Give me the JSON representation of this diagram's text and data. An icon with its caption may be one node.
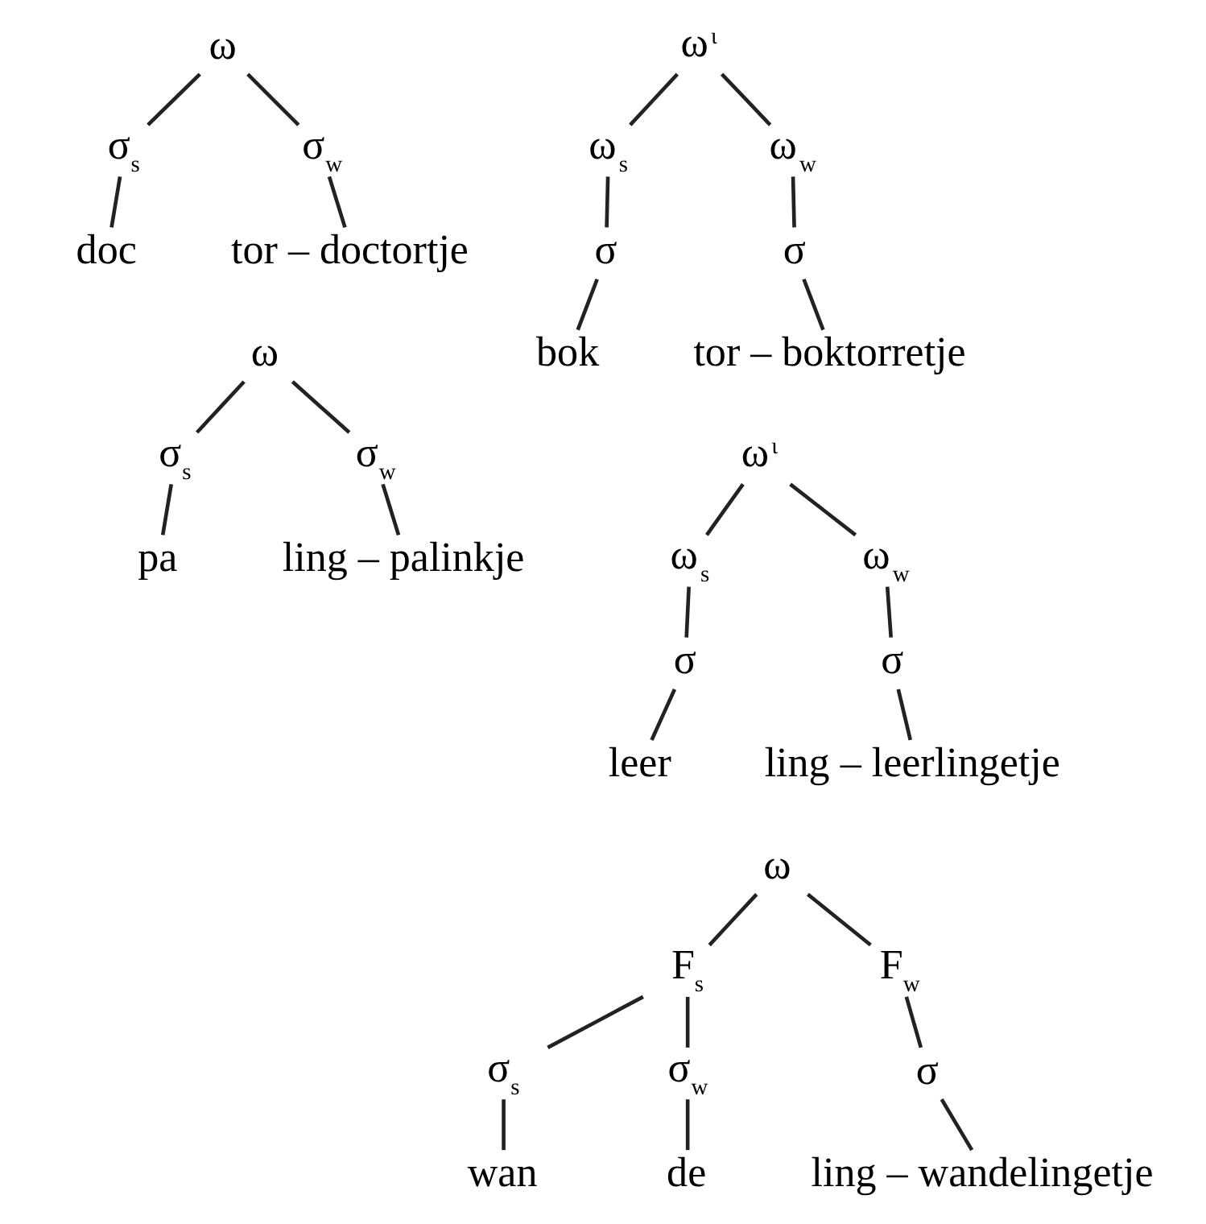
{
  "diagram": {
    "nodes": [
      {
        "text": [
          "ω"
        ]
      },
      {
        "text": [
          "σ$_{s}$"
        ]
      },
      {
        "text": [
          "σ$_{w}$"
        ]
      },
      {
        "text": [
          "doc"
        ]
      },
      {
        "text": [
          "tor – doctortje"
        ]
      },
      {
        "text": [
          "ω$^{ι}$"
        ]
      },
      {
        "text": [
          "ω$_{s}$"
        ]
      },
      {
        "text": [
          "ω$_{w}$"
        ]
      },
      {
        "text": [
          "σ"
        ]
      },
      {
        "text": [
          "σ"
        ]
      },
      {
        "text": [
          "bok"
        ]
      },
      {
        "text": [
          "tor – boktorretje"
        ]
      },
      {
        "text": [
          "ω"
        ]
      },
      {
        "text": [
          "σ$_{s}$"
        ]
      },
      {
        "text": [
          "σ$_{w}$"
        ]
      },
      {
        "text": [
          "pa"
        ]
      },
      {
        "text": [
          "ling – palinkje"
        ]
      },
      {
        "text": [
          "ω$^{ι}$"
        ]
      },
      {
        "text": [
          "ω$_{s}$"
        ]
      },
      {
        "text": [
          "ω$_{w}$"
        ]
      },
      {
        "text": [
          "σ"
        ]
      },
      {
        "text": [
          "σ"
        ]
      },
      {
        "text": [
          "leer"
        ]
      },
      {
        "text": [
          "ling – leerlingetje"
        ]
      },
      {
        "text": [
          "ω"
        ]
      },
      {
        "text": [
          "F$_{s}$"
        ]
      },
      {
        "text": [
          "F$_{w}$"
        ]
      },
      {
        "text": [
          "σ$_{s}$"
        ]
      },
      {
        "text": [
          "σ$_{w}$"
        ]
      },
      {
        "text": [
          "σ"
        ]
      },
      {
        "text": [
          "wan"
        ]
      },
      {
        "text": [
          "de"
        ]
      },
      {
        "text": [
          "ling – wandelingetje"
        ]
      }
    ],
    "edges": [
      {
        "from": 0,
        "to": 1,
        "arrow": "none"
      },
      {
        "from": 0,
        "to": 2,
        "arrow": "none"
      },
      {
        "from": 1,
        "to": 3,
        "arrow": "none"
      },
      {
        "from": 2,
        "to": 4,
        "arrow": "none"
      },
      {
        "from": 5,
        "to": 6,
        "arrow": "none"
      },
      {
        "from": 5,
        "to": 7,
        "arrow": "none"
      },
      {
        "from": 6,
        "to": 8,
        "arrow": "none"
      },
      {
        "from": 7,
        "to": 9,
        "arrow": "none"
      },
      {
        "from": 8,
        "to": 10,
        "arrow": "none"
      },
      {
        "from": 9,
        "to": 11,
        "arrow": "none"
      },
      {
        "from": 12,
        "to": 13,
        "arrow": "none"
      },
      {
        "from": 12,
        "to": 14,
        "arrow": "none"
      },
      {
        "from": 13,
        "to": 15,
        "arrow": "none"
      },
      {
        "from": 14,
        "to": 16,
        "arrow": "none"
      },
      {
        "from": 17,
        "to": 18,
        "arrow": "none"
      },
      {
        "from": 17,
        "to": 19,
        "arrow": "none"
      },
      {
        "from": 18,
        "to": 20,
        "arrow": "none"
      },
      {
        "from": 19,
        "to": 21,
        "arrow": "none"
      },
      {
        "from": 20,
        "to": 22,
        "arrow": "none"
      },
      {
        "from": 21,
        "to": 23,
        "arrow": "none"
      },
      {
        "from": 24,
        "to": 25,
        "arrow": "none"
      },
      {
        "from": 24,
        "to": 26,
        "arrow": "none"
      },
      {
        "from": 25,
        "to": 27,
        "arrow": "none"
      },
      {
        "from": 25,
        "to": 28,
        "arrow": "none"
      },
      {
        "from": 26,
        "to": 29,
        "arrow": "none"
      },
      {
        "from": 27,
        "to": 30,
        "arrow": "none"
      },
      {
        "from": 28,
        "to": 31,
        "arrow": "none"
      },
      {
        "from": 29,
        "to": 32,
        "arrow": "none"
      }
    ]
  }
}
